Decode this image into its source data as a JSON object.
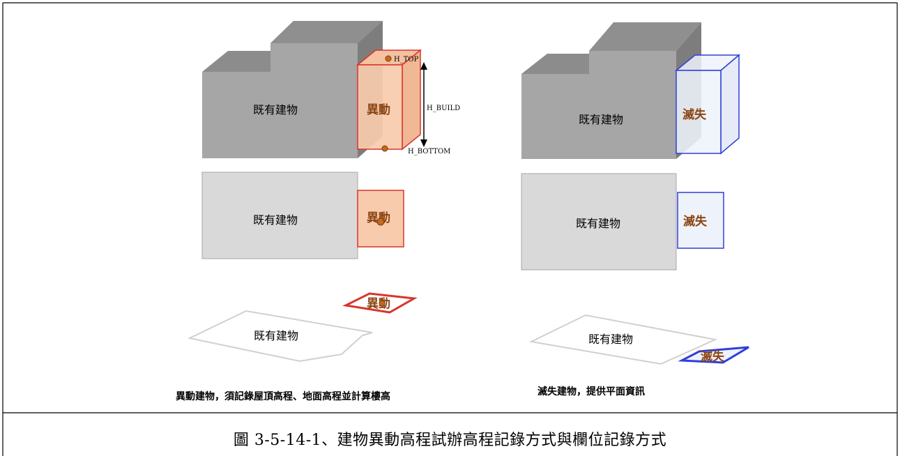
{
  "diagram": {
    "left": {
      "existing_building_label": "既有建物",
      "change_label": "異動",
      "annotations": {
        "h_top": "H_TOP",
        "h_build": "H_BUILD",
        "h_bottom": "H_BOTTOM"
      },
      "note": "異動建物，須記錄屋頂高程、地面高程並計算樓高"
    },
    "right": {
      "existing_building_label": "既有建物",
      "loss_label": "滅失",
      "note": "滅失建物，提供平面資訊"
    }
  },
  "caption": "圖 3-5-14-1、建物異動高程試辦高程記錄方式與欄位記錄方式",
  "colors": {
    "gray_block": "#a6a6a6",
    "gray_top": "#8c8c8c",
    "gray_side": "#7a7a7a",
    "plan_gray": "#d9d9d9",
    "change_fill": "#f8cbad",
    "change_stroke": "#d9352c",
    "change_text": "#8b4513",
    "loss_fill": "#eef2fa",
    "loss_stroke": "#2f3fd9",
    "point_fill": "#c56a1e"
  }
}
